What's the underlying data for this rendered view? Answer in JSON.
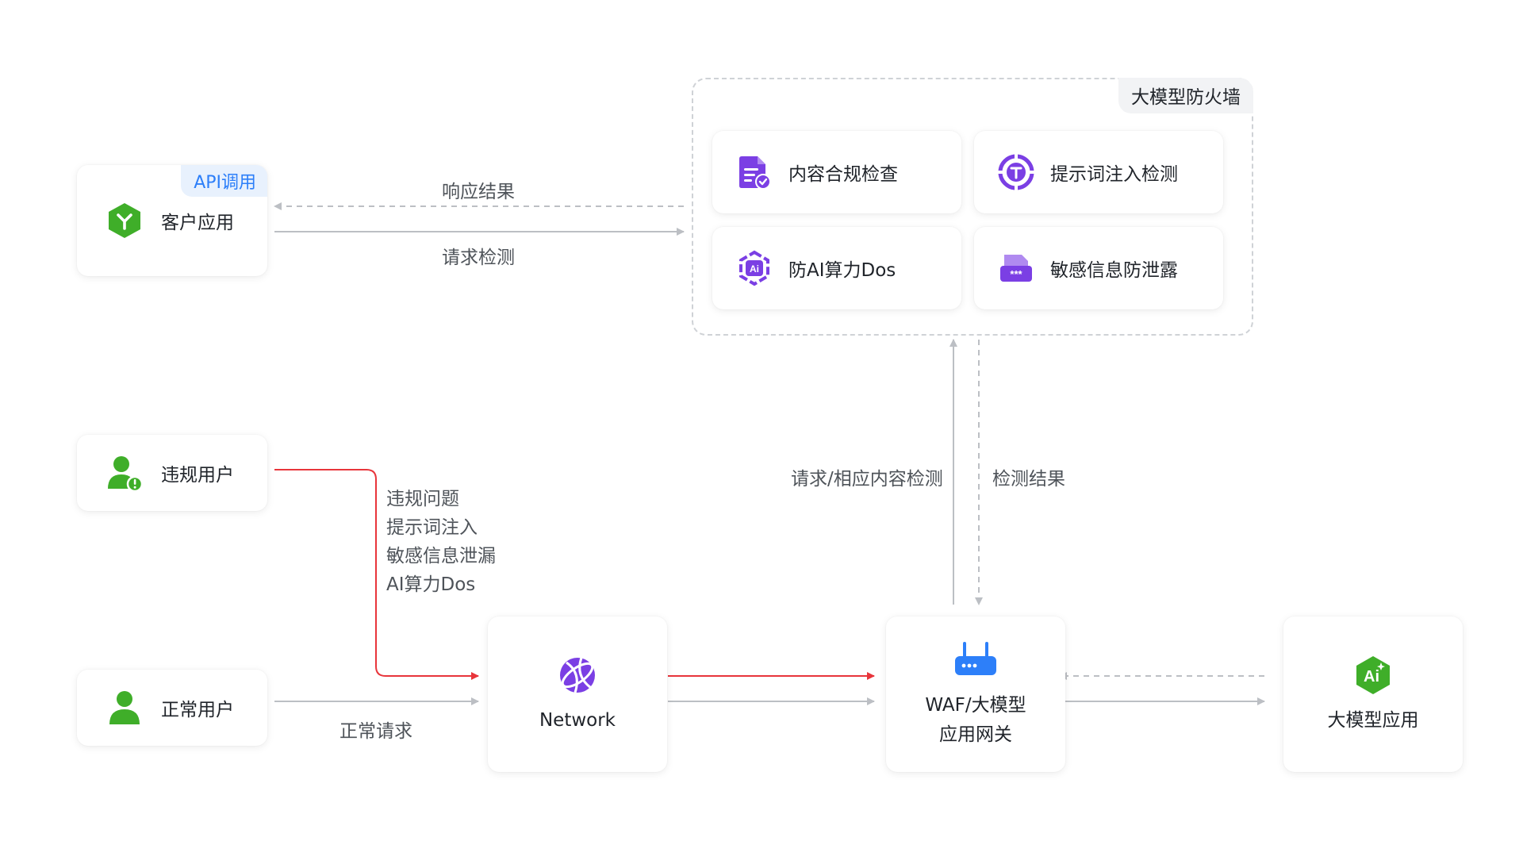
{
  "firewall": {
    "title": "大模型防火墙",
    "modules": [
      {
        "label": "内容合规检查",
        "icon": "document-check-icon"
      },
      {
        "label": "提示词注入检测",
        "icon": "target-shield-icon"
      },
      {
        "label": "防AI算力Dos",
        "icon": "ai-chip-icon"
      },
      {
        "label": "敏感信息防泄露",
        "icon": "masked-password-icon"
      }
    ]
  },
  "client_app": {
    "label": "客户应用",
    "badge": "API调用",
    "icon": "hexagon-app-icon"
  },
  "violating_user": {
    "label": "违规用户",
    "icon": "user-warning-icon"
  },
  "normal_user": {
    "label": "正常用户",
    "icon": "user-icon"
  },
  "network": {
    "label": "Network",
    "icon": "globe-icon"
  },
  "waf": {
    "line1": "WAF/大模型",
    "line2": "应用网关",
    "icon": "router-icon"
  },
  "llm_app": {
    "label": "大模型应用",
    "icon": "ai-hexagon-icon"
  },
  "edges": {
    "response_result": "响应结果",
    "request_check": "请求检测",
    "violations": [
      "违规问题",
      "提示词注入",
      "敏感信息泄漏",
      "AI算力Dos"
    ],
    "normal_request": "正常请求",
    "req_resp_check": "请求/相应内容检测",
    "check_result": "检测结果"
  },
  "colors": {
    "purple": "#7b3fe4",
    "green": "#3fae29",
    "blue": "#2d7ff9",
    "red": "#e8353b",
    "gray_line": "#bcbfc4"
  }
}
